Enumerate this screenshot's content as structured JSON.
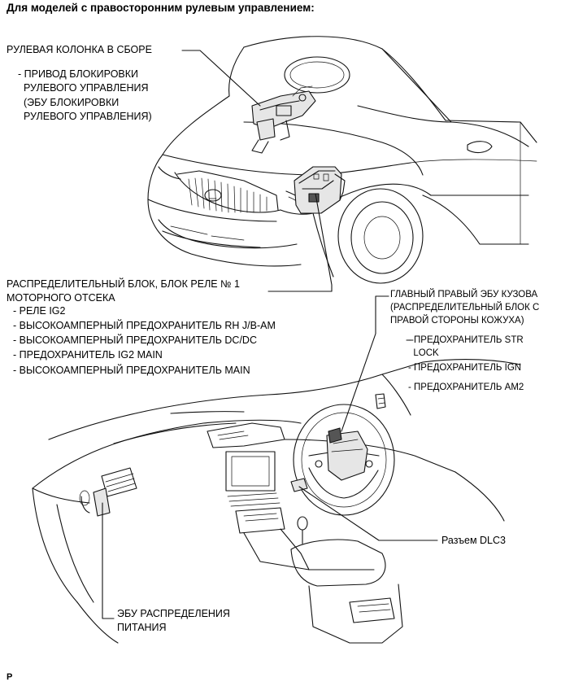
{
  "title": "Для моделей с правосторонним рулевым управлением:",
  "labels": {
    "steering_column": "РУЛЕВАЯ КОЛОНКА В СБОРЕ",
    "steering_column_sub1": "- ПРИВОД БЛОКИРОВКИ\n  РУЛЕВОГО УПРАВЛЕНИЯ",
    "steering_column_sub2": "  (ЭБУ БЛОКИРОВКИ\n  РУЛЕВОГО УПРАВЛЕНИЯ)",
    "engine_relay_block": "РАСПРЕДЕЛИТЕЛЬНЫЙ БЛОК, БЛОК РЕЛЕ № 1\nМОТОРНОГО ОТСЕКА",
    "relay_items": [
      "- РЕЛЕ IG2",
      "- ВЫСОКОАМПЕРНЫЙ ПРЕДОХРАНИТЕЛЬ RH J/B-AM",
      "- ВЫСОКОАМПЕРНЫЙ ПРЕДОХРАНИТЕЛЬ DC/DC",
      "- ПРЕДОХРАНИТЕЛЬ IG2 MAIN",
      "- ВЫСОКОАМПЕРНЫЙ ПРЕДОХРАНИТЕЛЬ MAIN"
    ],
    "main_body_ecu": "ГЛАВНЫЙ ПРАВЫЙ ЭБУ КУЗОВА\n(РАСПРЕДЕЛИТЕЛЬНЫЙ БЛОК С\nПРАВОЙ СТОРОНЫ КОЖУХА)",
    "fuse_str_lock": "- ПРЕДОХРАНИТЕЛЬ STR\n  LOCK",
    "fuse_ign": "- ПРЕДОХРАНИТЕЛЬ IGN",
    "fuse_am2": "- ПРЕДОХРАНИТЕЛЬ AM2",
    "dlc3": "Разъем DLC3",
    "power_ecu": "ЭБУ РАСПРЕДЕЛЕНИЯ\nПИТАНИЯ"
  },
  "footer": "P"
}
